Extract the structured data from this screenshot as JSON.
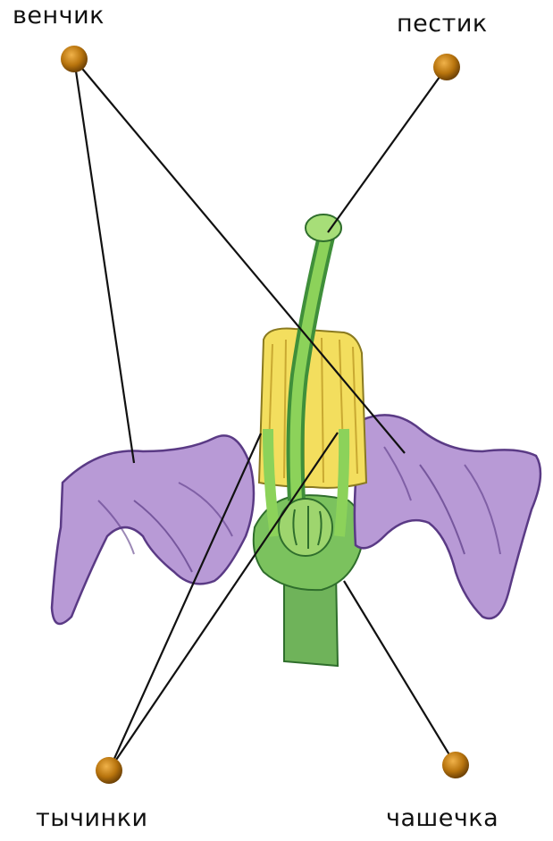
{
  "labels": {
    "corolla": "венчик",
    "pistil": "пестик",
    "stamens": "тычинки",
    "calyx": "чашечка"
  },
  "colors": {
    "petal_fill": "#b89ad6",
    "petal_dark": "#5a3a85",
    "anther": "#f3de5e",
    "green_light": "#8cd25a",
    "green_dark": "#3f8f3a",
    "marker": "#b8740d",
    "line": "#111111"
  }
}
